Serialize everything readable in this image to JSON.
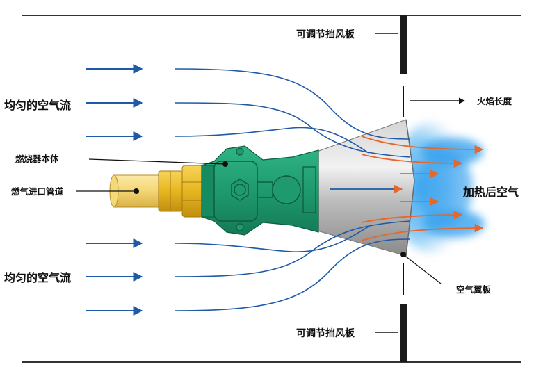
{
  "labels": {
    "damper_top": "可调节挡风板",
    "damper_bottom": "可调节挡风板",
    "flame_length": "火焰长度",
    "airflow_top": "均匀的空气流",
    "airflow_bottom": "均匀的空气流",
    "burner_body": "燃烧器本体",
    "gas_inlet": "燃气进口管道",
    "heated_air": "加热后空气",
    "air_wing": "空气翼板"
  },
  "colors": {
    "airflow": "#1f5aa6",
    "hot_air": "#e8662a",
    "burner_body": "#1f9a6e",
    "gas_pipe": "#f2d26a",
    "fitting": "#e6b620",
    "flame": "#3aa3ee",
    "cone": "#b9b9b9"
  }
}
